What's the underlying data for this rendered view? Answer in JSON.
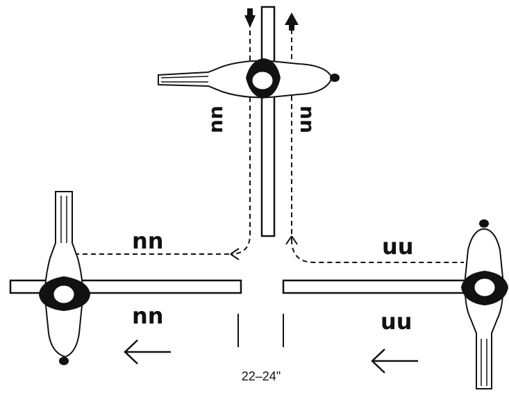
{
  "diagram": {
    "top_marks": {
      "left": "nn",
      "right": "uu"
    },
    "left_mark_upper": "nn",
    "right_mark_upper": "uu",
    "left_mark_lower": "nn",
    "right_mark_lower": "uu",
    "gap_label": "22–24\""
  },
  "colors": {
    "ink": "#111111",
    "paper": "#ffffff"
  }
}
